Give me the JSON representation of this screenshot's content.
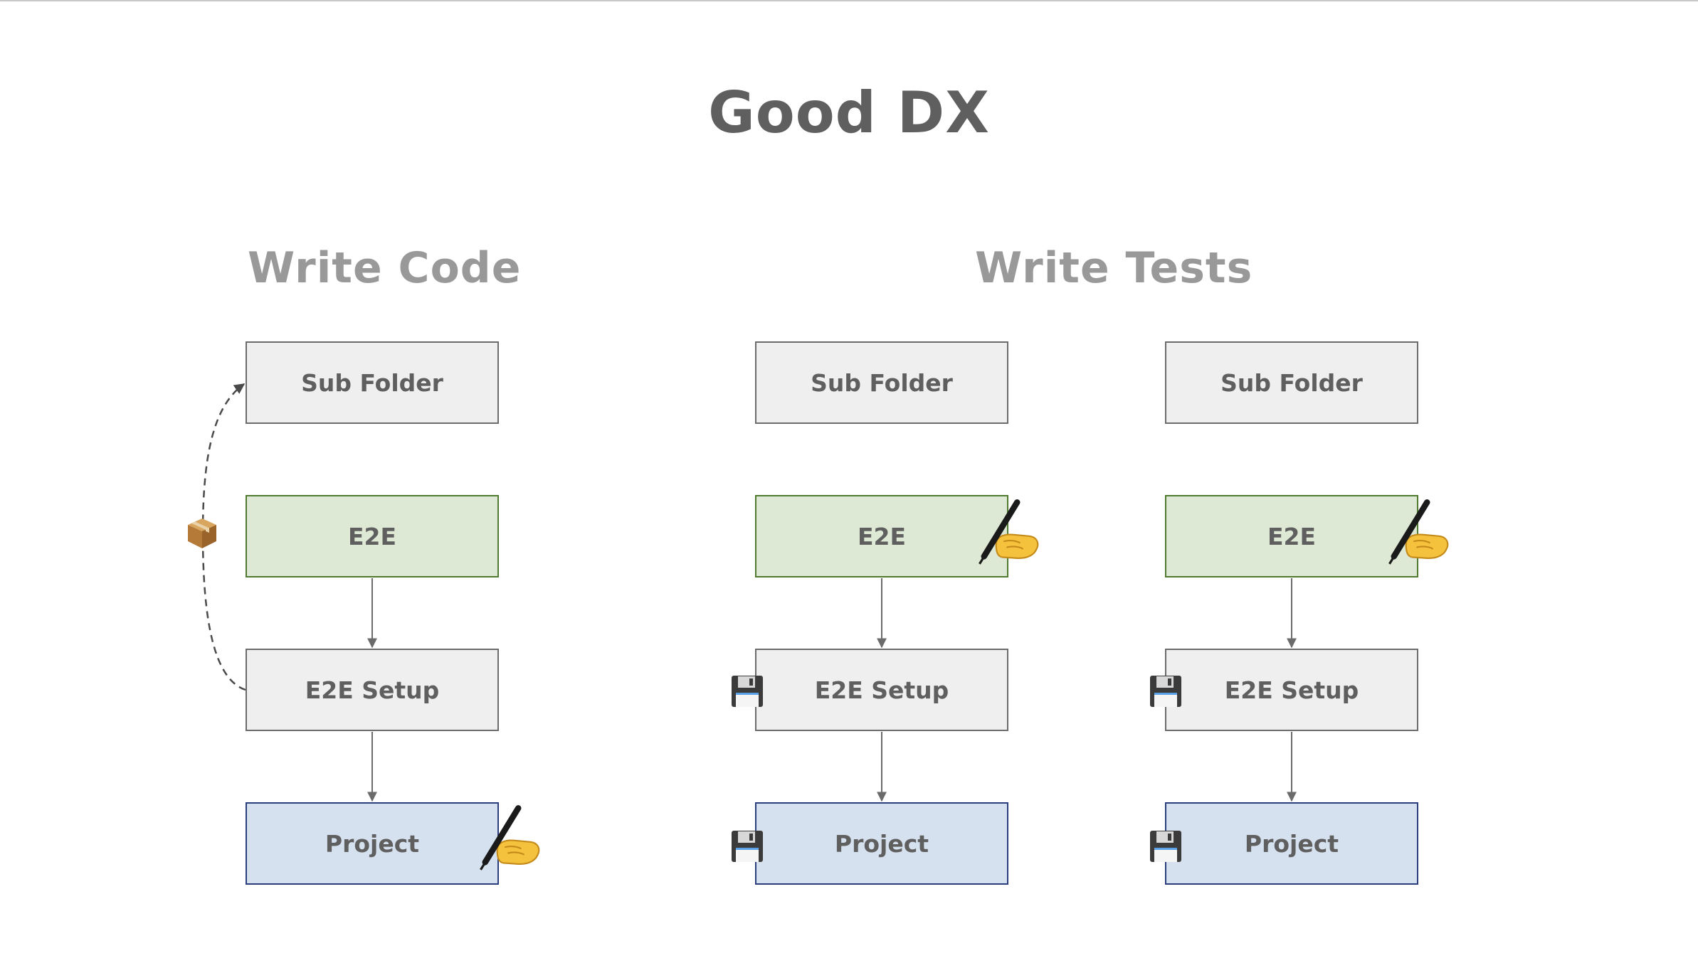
{
  "title": "Good DX",
  "sections": {
    "write_code": {
      "heading": "Write Code",
      "boxes": {
        "sub_folder": "Sub Folder",
        "e2e": "E2E",
        "e2e_setup": "E2E Setup",
        "project": "Project"
      }
    },
    "write_tests": {
      "heading": "Write Tests",
      "columns": [
        {
          "sub_folder": "Sub Folder",
          "e2e": "E2E",
          "e2e_setup": "E2E Setup",
          "project": "Project"
        },
        {
          "sub_folder": "Sub Folder",
          "e2e": "E2E",
          "e2e_setup": "E2E Setup",
          "project": "Project"
        }
      ]
    }
  },
  "icons": {
    "package": "package-icon",
    "writing_hand": "writing-hand-icon",
    "floppy_disk": "floppy-disk-icon"
  },
  "colors": {
    "gray_fill": "#efefef",
    "green_fill": "#dde9d4",
    "blue_fill": "#d5e1ef",
    "title": "#5f5f5f",
    "heading": "#999999"
  }
}
